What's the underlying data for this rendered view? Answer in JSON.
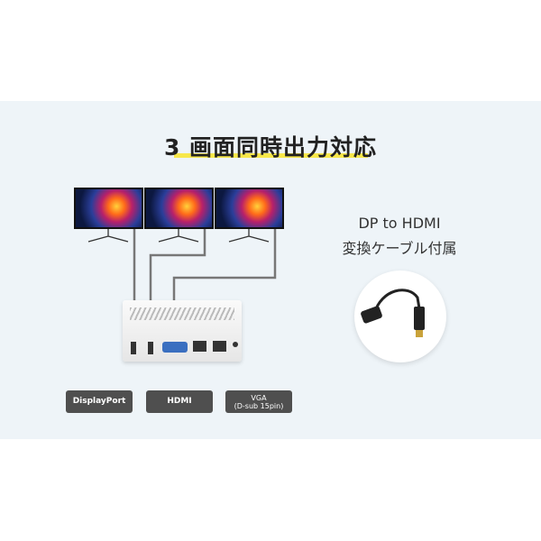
{
  "title": "3 画面同時出力対応",
  "adapter": {
    "line1": "DP to HDMI",
    "line2": "変換ケーブル付属"
  },
  "ports": [
    {
      "label": "DisplayPort"
    },
    {
      "label": "HDMI"
    },
    {
      "label": "VGA",
      "sub": "(D-sub 15pin)"
    }
  ],
  "colors": {
    "band": "#eef4f8",
    "underline": "#f7e84a",
    "label_bg": "#4f4f4f"
  }
}
